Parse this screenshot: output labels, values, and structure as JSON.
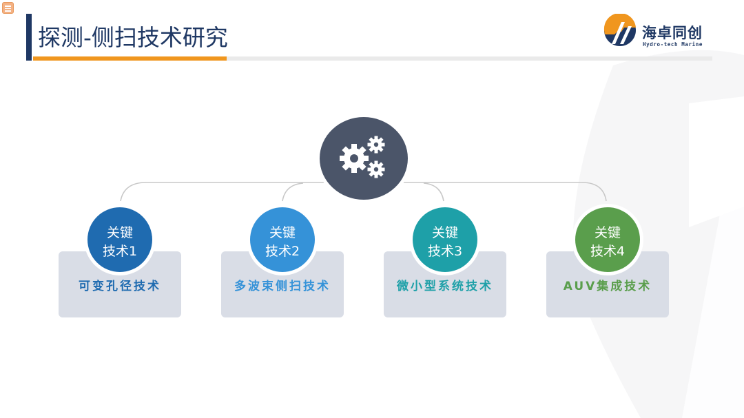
{
  "header": {
    "title": "探测-侧扫技术研究",
    "accent_color": "#f0961e",
    "title_color": "#1f3864"
  },
  "logo": {
    "name_cn": "海卓同创",
    "name_en": "Hydro-tech Marine"
  },
  "hub": {
    "icon": "gears-icon",
    "color": "#4b5569"
  },
  "nodes": [
    {
      "line1": "关键",
      "line2": "技术1",
      "label": "可变孔径技术",
      "color": "#1f6bb0"
    },
    {
      "line1": "关键",
      "line2": "技术2",
      "label": "多波束侧扫技术",
      "color": "#3592d8"
    },
    {
      "line1": "关键",
      "line2": "技术3",
      "label": "微小型系统技术",
      "color": "#1ea0a8"
    },
    {
      "line1": "关键",
      "line2": "技术4",
      "label": "AUV集成技术",
      "color": "#5a9e4c"
    }
  ]
}
